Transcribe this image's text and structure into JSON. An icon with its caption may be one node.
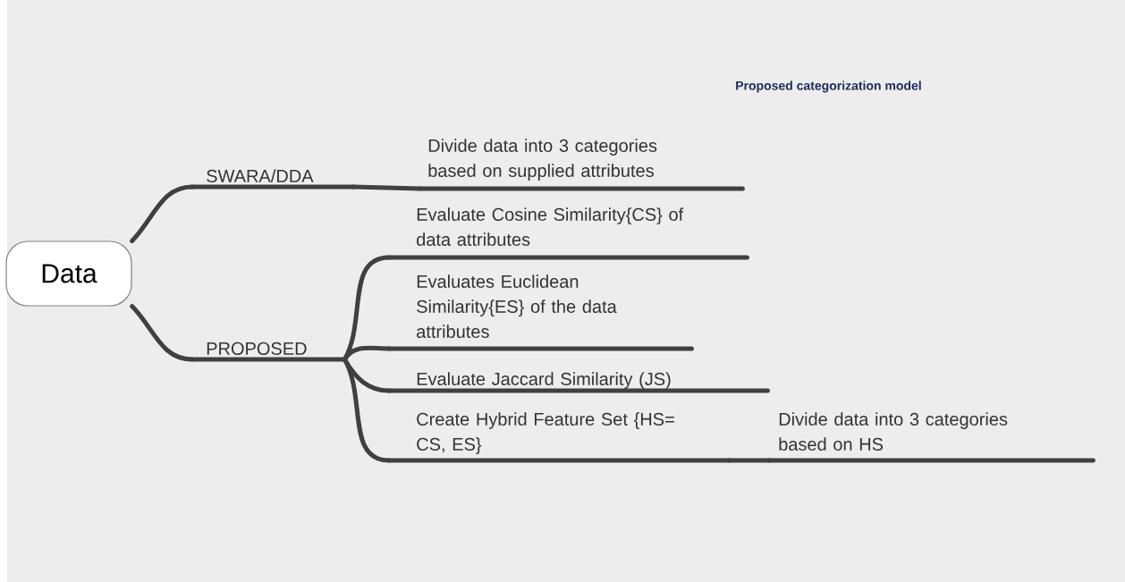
{
  "diagram": {
    "nodes": [
      {
        "text": [
          "Data"
        ]
      },
      {
        "text": [
          "SWARA/DDA"
        ]
      },
      {
        "text": [
          "Divide data into 3 categories based on supplied attributes"
        ]
      },
      {
        "text": [
          "PROPOSED"
        ]
      },
      {
        "text": [
          "Evaluate Cosine Similarity{CS} of data attributes"
        ]
      },
      {
        "text": [
          "Evaluates Euclidean Similarity{ES} of the data attributes"
        ]
      },
      {
        "text": [
          "Evaluate Jaccard Similarity (JS)"
        ]
      },
      {
        "text": [
          "Create Hybrid Feature Set {HS= CS, ES}"
        ]
      },
      {
        "text": [
          "Divide data into 3 categories based on HS"
        ]
      }
    ],
    "edges": [
      {
        "from": 0,
        "to": 1,
        "arrow": "none"
      },
      {
        "from": 1,
        "to": 2,
        "arrow": "none"
      },
      {
        "from": 0,
        "to": 3,
        "arrow": "none"
      },
      {
        "from": 3,
        "to": 4,
        "arrow": "none"
      },
      {
        "from": 3,
        "to": 5,
        "arrow": "none"
      },
      {
        "from": 3,
        "to": 6,
        "arrow": "none"
      },
      {
        "from": 3,
        "to": 7,
        "arrow": "none"
      },
      {
        "from": 7,
        "to": 8,
        "arrow": "none"
      }
    ],
    "labels": [
      "Proposed categorization model"
    ]
  }
}
